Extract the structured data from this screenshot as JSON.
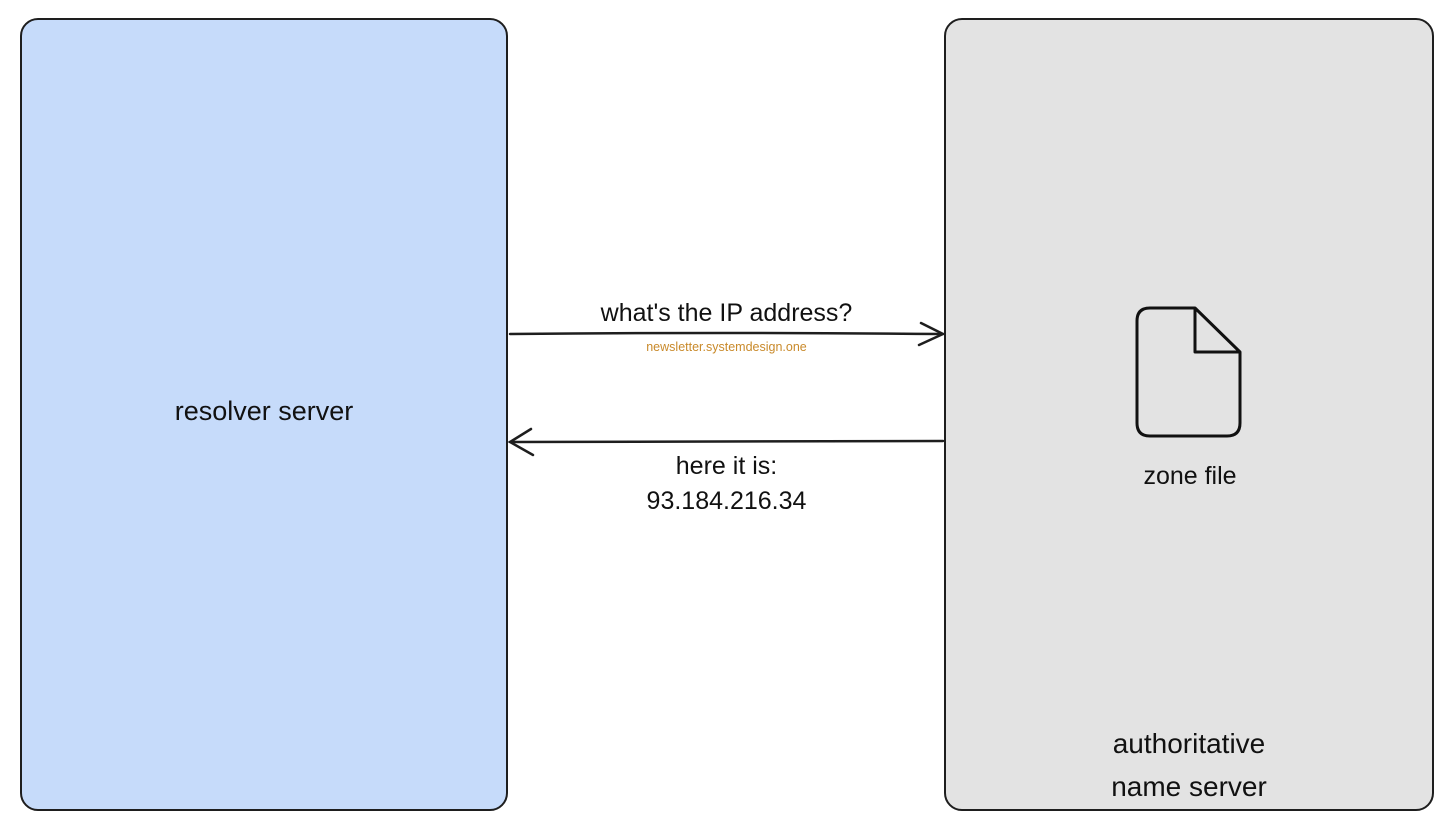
{
  "resolver": {
    "label": "resolver server",
    "fill": "#c6dbfa"
  },
  "authoritative": {
    "label_line1": "authoritative",
    "label_line2": "name server",
    "fill": "#e3e3e3"
  },
  "zone_file": {
    "label": "zone file",
    "icon": "file-icon"
  },
  "request": {
    "label": "what's the IP address?"
  },
  "response": {
    "label_line1": "here it is:",
    "label_line2": "93.184.216.34"
  },
  "watermark": {
    "text": "newsletter.systemdesign.one",
    "color": "#c98a2b"
  }
}
